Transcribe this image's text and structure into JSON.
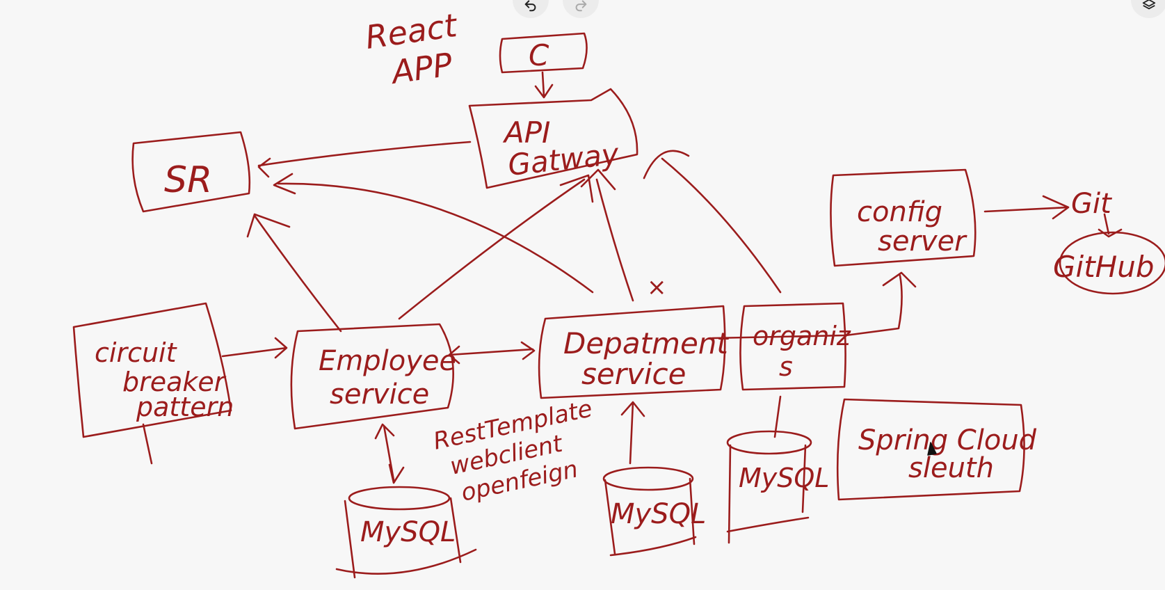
{
  "toolbar": {
    "undo_icon": "undo-icon",
    "redo_icon": "redo-icon",
    "layers_icon": "layers-icon"
  },
  "colors": {
    "ink": "#9b1c1c",
    "background": "#f7f7f7",
    "toolbar_button": "#ececec"
  },
  "whiteboard": {
    "react_app": [
      "React",
      "APP"
    ],
    "client": "C",
    "api_gateway": [
      "API",
      "Gatway"
    ],
    "service_registry": "SR",
    "config_server": [
      "config",
      "server"
    ],
    "git": "Git",
    "github": "GitHub",
    "circuit_breaker": [
      "circuit",
      "breaker",
      "pattern"
    ],
    "employee_service": [
      "Employee",
      "service"
    ],
    "department_service": [
      "Depatment",
      "service"
    ],
    "organization_service": [
      "organiz",
      "s"
    ],
    "cross_mark": "×",
    "rest_clients": [
      "RestTemplate",
      "webclient",
      "openfeign"
    ],
    "mysql_employee": "MySQL",
    "mysql_department": "MySQL",
    "mysql_organization": "MySQL",
    "spring_cloud_sleuth": [
      "Spring Cloud",
      "sleuth"
    ]
  }
}
